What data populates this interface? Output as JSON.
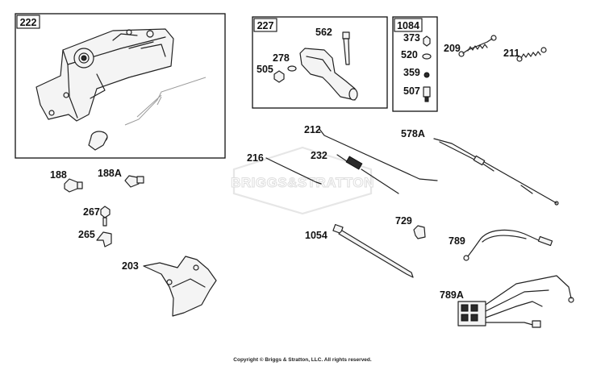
{
  "boxes": {
    "b222": "222",
    "b227": "227",
    "b1084": "1084"
  },
  "labels": {
    "p562": "562",
    "p278": "278",
    "p505": "505",
    "p373": "373",
    "p520": "520",
    "p359": "359",
    "p507": "507",
    "p209": "209",
    "p211": "211",
    "p188": "188",
    "p188A": "188A",
    "p212": "212",
    "p578A": "578A",
    "p216": "216",
    "p232": "232",
    "p267": "267",
    "p265": "265",
    "p203": "203",
    "p729": "729",
    "p1054": "1054",
    "p789": "789",
    "p789A": "789A"
  },
  "watermark": "BRIGGS&STRATTON",
  "copyright": "Copyright © Briggs & Stratton, LLC. All rights reserved."
}
